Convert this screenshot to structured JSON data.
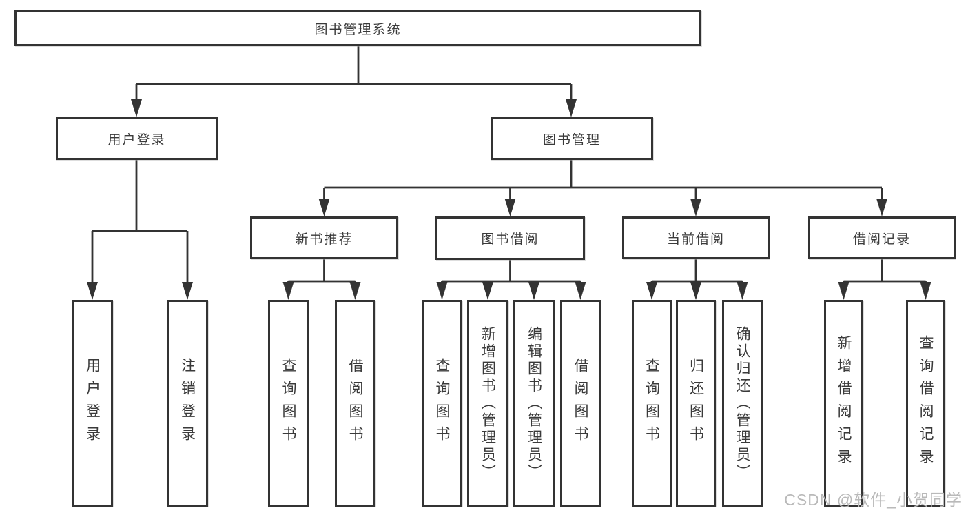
{
  "diagram": {
    "root": {
      "label": "图书管理系统"
    },
    "branches": [
      {
        "label": "用户登录",
        "children": [
          "用户登录",
          "注销登录"
        ]
      },
      {
        "label": "图书管理",
        "sections": [
          {
            "label": "新书推荐",
            "children": [
              "查询图书",
              "借阅图书"
            ]
          },
          {
            "label": "图书借阅",
            "children": [
              "查询图书",
              "新增图书（管理员）",
              "编辑图书（管理员）",
              "借阅图书"
            ]
          },
          {
            "label": "当前借阅",
            "children": [
              "查询图书",
              "归还图书",
              "确认归还（管理员）"
            ]
          },
          {
            "label": "借阅记录",
            "children": [
              "新增借阅记录",
              "查询借阅记录"
            ]
          }
        ]
      }
    ],
    "watermark": "CSDN @软件_小贺同学",
    "colors": {
      "line": "#333333",
      "box_border": "#333333",
      "text": "#3a3a3a",
      "watermark": "#b9b9b9",
      "background": "#ffffff"
    }
  }
}
